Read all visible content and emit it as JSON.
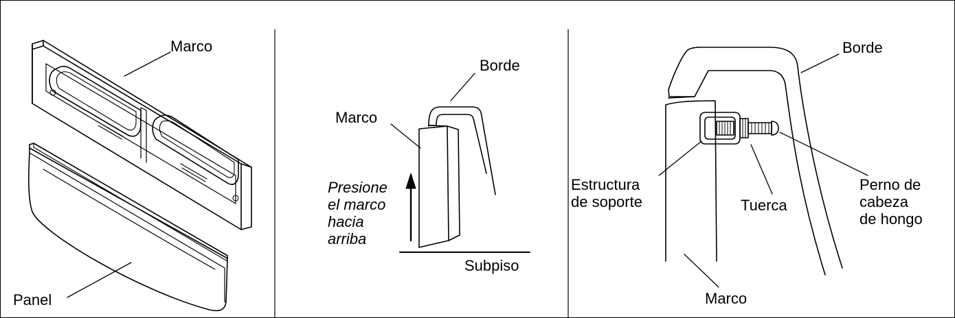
{
  "panel_left": {
    "label_frame": "Marco",
    "label_panel": "Panel"
  },
  "panel_middle": {
    "label_trim": "Borde",
    "label_frame": "Marco",
    "instruction": "Presione\nel marco\nhacia\narriba",
    "label_subfloor": "Subpiso"
  },
  "panel_right": {
    "label_trim": "Borde",
    "label_support": "Estructura\nde soporte",
    "label_nut": "Tuerca",
    "label_bolt": "Perno de\ncabeza\nde hongo",
    "label_frame": "Marco"
  }
}
